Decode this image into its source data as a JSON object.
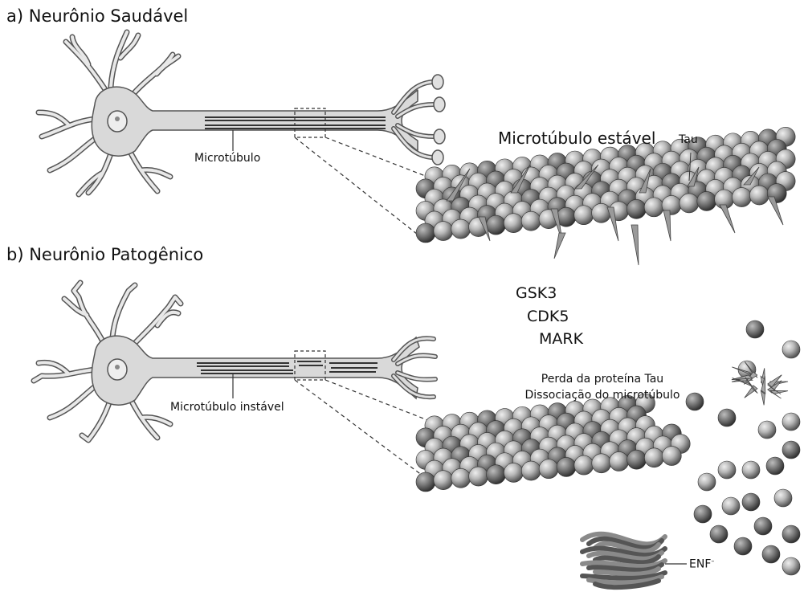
{
  "panels": {
    "healthy": {
      "title": "a) Neurônio Saudável",
      "microtubule_label": "Microtúbulo",
      "stable_label": "Microtúbulo estável",
      "tau_label": "Tau"
    },
    "pathogenic": {
      "title": "b) Neurônio Patogênico",
      "microtubule_label": "Microtúbulo instável",
      "kinases": [
        "GSK3",
        "CDK5",
        "MARK"
      ],
      "loss_line1": "Perda da proteína Tau",
      "loss_line2": "Dissociação do microtúbulo",
      "enf_label": "ENF"
    }
  },
  "colors": {
    "neuron_fill": "#d9d9d9",
    "outline": "#555555",
    "sphere_light": "#c4c4c4",
    "sphere_dark": "#6a6a6a"
  }
}
